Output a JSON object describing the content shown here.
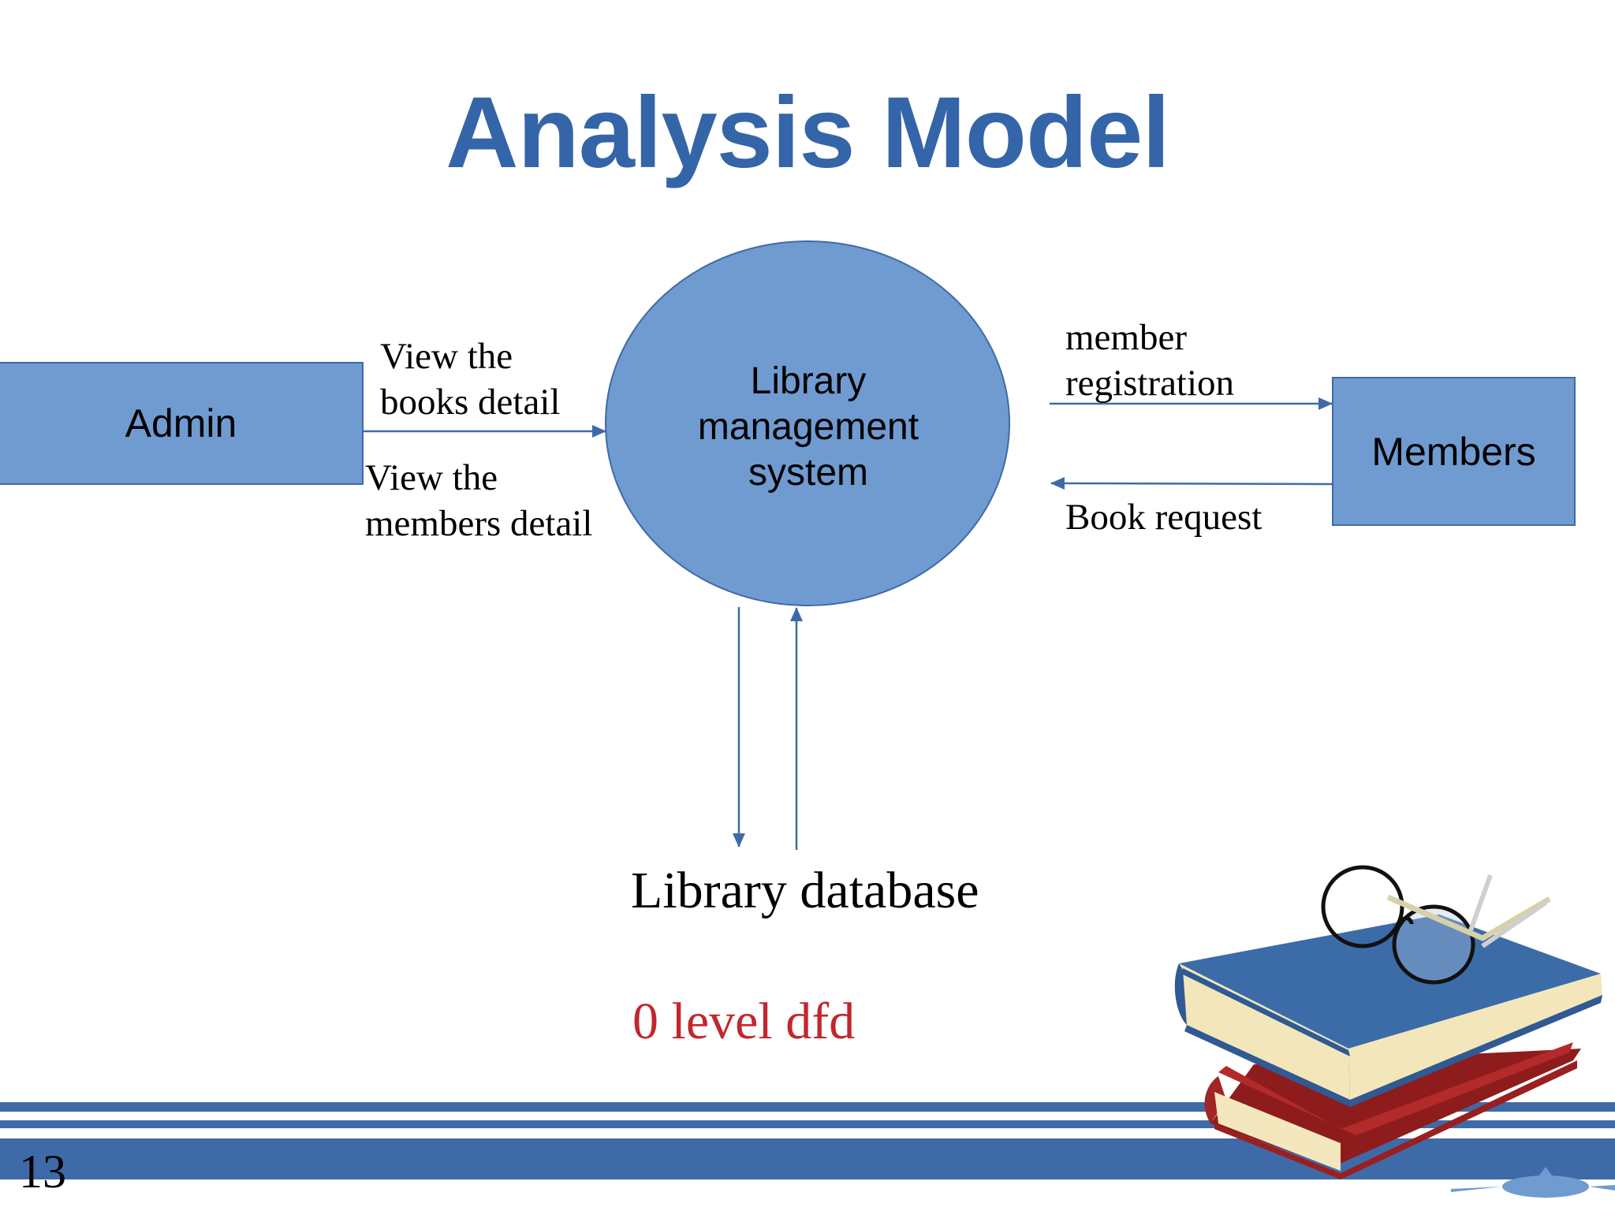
{
  "slide": {
    "title": "Analysis Model",
    "page_number": "13",
    "caption": "0 level dfd"
  },
  "diagram": {
    "process": "Library\nmanagement\nsystem",
    "entities": {
      "admin": "Admin",
      "members": "Members"
    },
    "data_store": "Library database",
    "flows": {
      "admin_books": "View the\nbooks detail",
      "admin_members": "View the\nmembers detail",
      "member_registration": "member\nregistration",
      "book_request": "Book request"
    }
  },
  "colors": {
    "title": "#3465a8",
    "shape_fill": "#6f9bd0",
    "shape_border": "#3f6aa8",
    "caption": "#c1272d",
    "footer_bar": "#3f6aa8"
  }
}
